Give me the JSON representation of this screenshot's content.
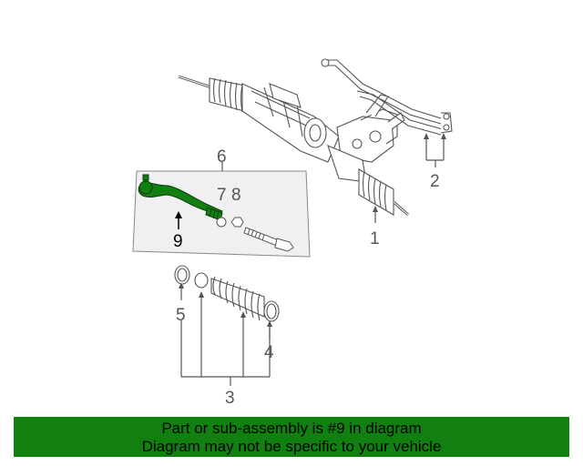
{
  "diagram": {
    "callouts": {
      "c1": "1",
      "c2": "2",
      "c3": "3",
      "c4": "4",
      "c5": "5",
      "c6": "6",
      "c7": "7",
      "c8": "8",
      "c9": "9"
    },
    "colors": {
      "highlight": "#118011",
      "line": "#555555",
      "panel_fill": "#f0f0f0"
    }
  },
  "banner": {
    "line1": "Part or sub-assembly is #9 in diagram",
    "line2": "Diagram may not be specific to your vehicle",
    "background": "#118011"
  }
}
